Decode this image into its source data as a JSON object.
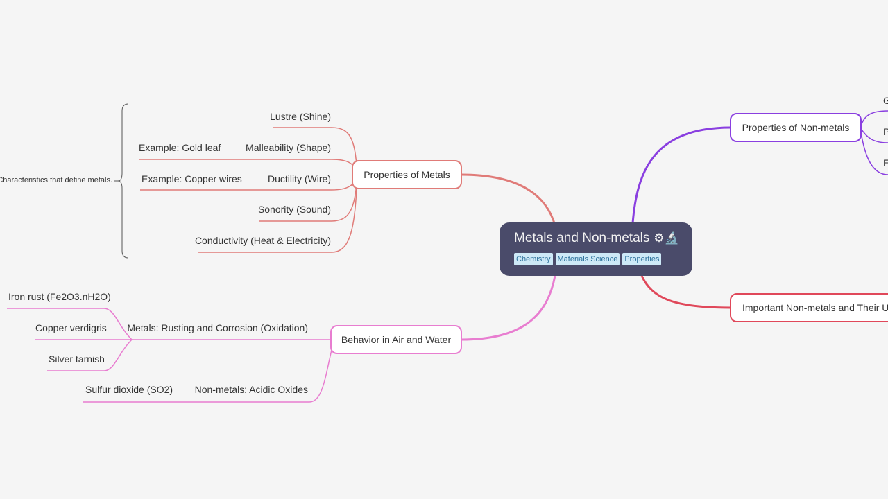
{
  "central": {
    "title": "Metals and Non-metals",
    "icons": "⚙🔬",
    "tags": [
      "Chemistry",
      "Materials Science",
      "Properties"
    ]
  },
  "properties_of_metals": {
    "title": "Properties of Metals",
    "note": "Characteristics that define metals.",
    "children": [
      {
        "label": "Lustre (Shine)"
      },
      {
        "label": "Malleability (Shape)",
        "example": "Example: Gold leaf"
      },
      {
        "label": "Ductility (Wire)",
        "example": "Example: Copper wires"
      },
      {
        "label": "Sonority (Sound)"
      },
      {
        "label": "Conductivity (Heat & Electricity)"
      }
    ]
  },
  "behavior": {
    "title": "Behavior in Air and Water",
    "rusting": {
      "label": "Metals: Rusting and Corrosion (Oxidation)",
      "children": [
        "Iron rust (Fe2O3.nH2O)",
        "Copper verdigris",
        "Silver tarnish"
      ]
    },
    "acidic": {
      "label": "Non-metals: Acidic Oxides",
      "children": [
        "Sulfur dioxide (SO2)"
      ]
    }
  },
  "properties_of_nonmetals": {
    "title": "Properties of Non-metals",
    "children_cut": [
      "G",
      "P",
      "E"
    ]
  },
  "important_nonmetals": {
    "title": "Important Non-metals and Their Us"
  },
  "colors": {
    "central_bg": "#4a4b6a",
    "metals": "#e07b78",
    "behavior": "#e87dd0",
    "nonmetals": "#8a3fe0",
    "important": "#e0485a",
    "tag_bg": "#cde9f7"
  }
}
